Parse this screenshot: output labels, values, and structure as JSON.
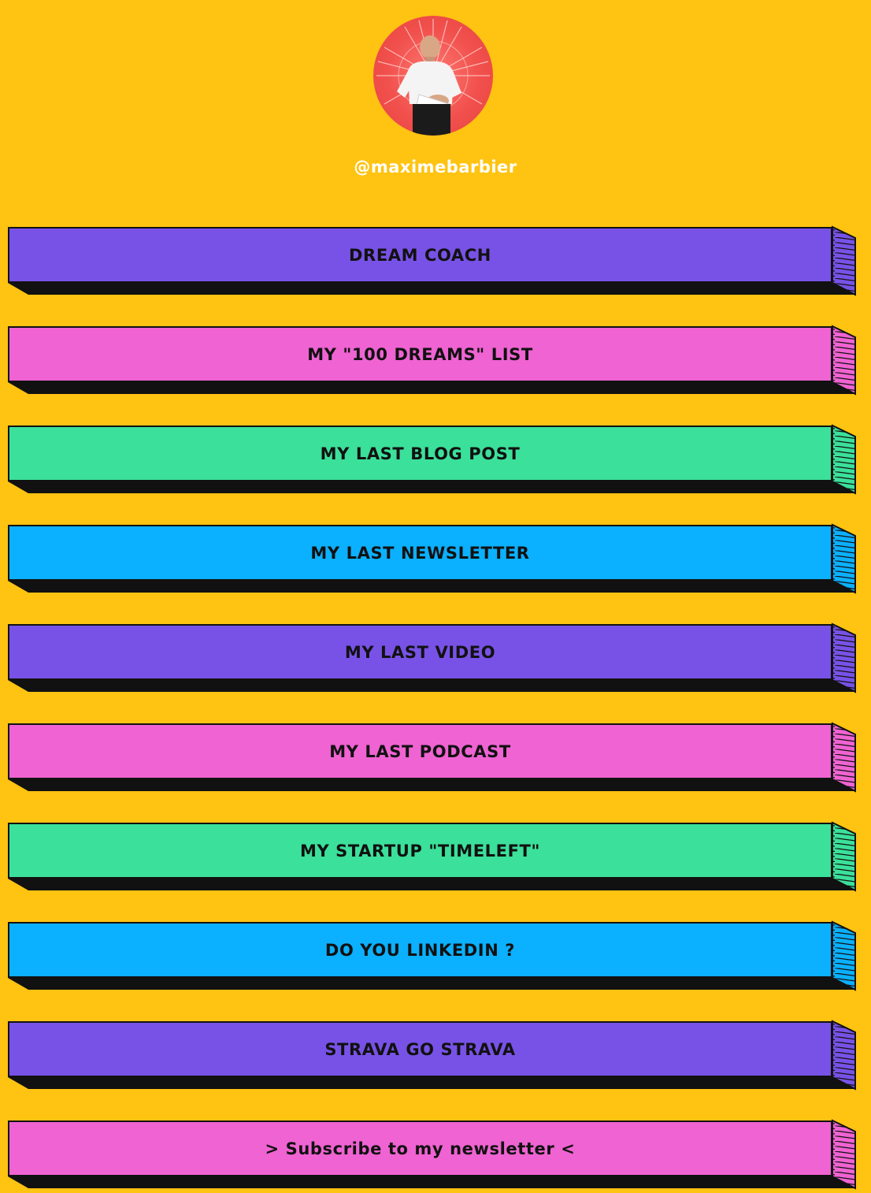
{
  "profile": {
    "handle": "@maximebarbier",
    "avatar_icon": "profile-photo"
  },
  "colors": {
    "background": "#FFC311",
    "purple": "#7852E6",
    "pink": "#EF63D2",
    "green": "#3BE09A",
    "blue": "#0BB0FF",
    "border": "#111111"
  },
  "links": [
    {
      "label": "DREAM COACH",
      "color": "#7852E6"
    },
    {
      "label": "MY \"100 DREAMS\" LIST",
      "color": "#EF63D2"
    },
    {
      "label": "MY LAST BLOG POST",
      "color": "#3BE09A"
    },
    {
      "label": "MY LAST NEWSLETTER",
      "color": "#0BB0FF"
    },
    {
      "label": "MY LAST VIDEO",
      "color": "#7852E6"
    },
    {
      "label": "MY LAST PODCAST",
      "color": "#EF63D2"
    },
    {
      "label": "MY STARTUP \"TIMELEFT\"",
      "color": "#3BE09A"
    },
    {
      "label": "DO YOU LINKEDIN ?",
      "color": "#0BB0FF"
    },
    {
      "label": "STRAVA GO STRAVA",
      "color": "#7852E6"
    },
    {
      "label": "> Subscribe to my newsletter <",
      "color": "#EF63D2"
    }
  ]
}
